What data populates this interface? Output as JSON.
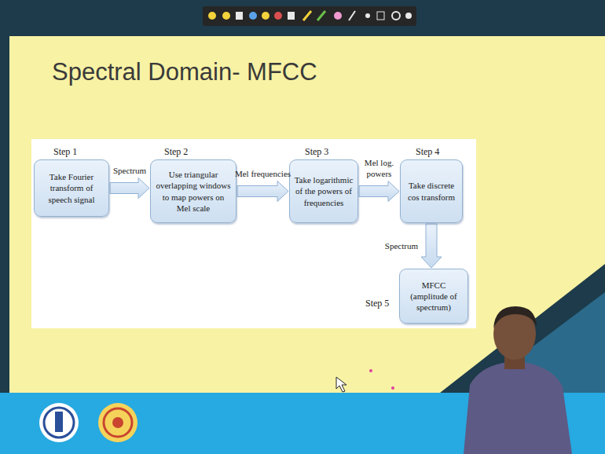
{
  "diagram": {
    "title": "Spectral Domain- MFCC",
    "nodes": [
      {
        "text": [
          "Step 1",
          "Take Fourier transform of speech signal"
        ]
      },
      {
        "text": [
          "Step 2",
          "Use triangular overlapping windows to map powers on Mel scale"
        ]
      },
      {
        "text": [
          "Step 3",
          "Take logarithmic of the powers of frequencies"
        ]
      },
      {
        "text": [
          "Step 4",
          "Take discrete cos transform"
        ]
      },
      {
        "text": [
          "Step 5",
          "MFCC (amplitude of spectrum)"
        ]
      }
    ],
    "edges": [
      {
        "from": 0,
        "to": 1,
        "label": "Spectrum",
        "arrow": "to"
      },
      {
        "from": 1,
        "to": 2,
        "label": "Mel frequencies",
        "arrow": "to"
      },
      {
        "from": 2,
        "to": 3,
        "label": "Mel log. powers",
        "arrow": "to"
      },
      {
        "from": 3,
        "to": 4,
        "label": "Spectrum",
        "arrow": "to"
      }
    ]
  }
}
